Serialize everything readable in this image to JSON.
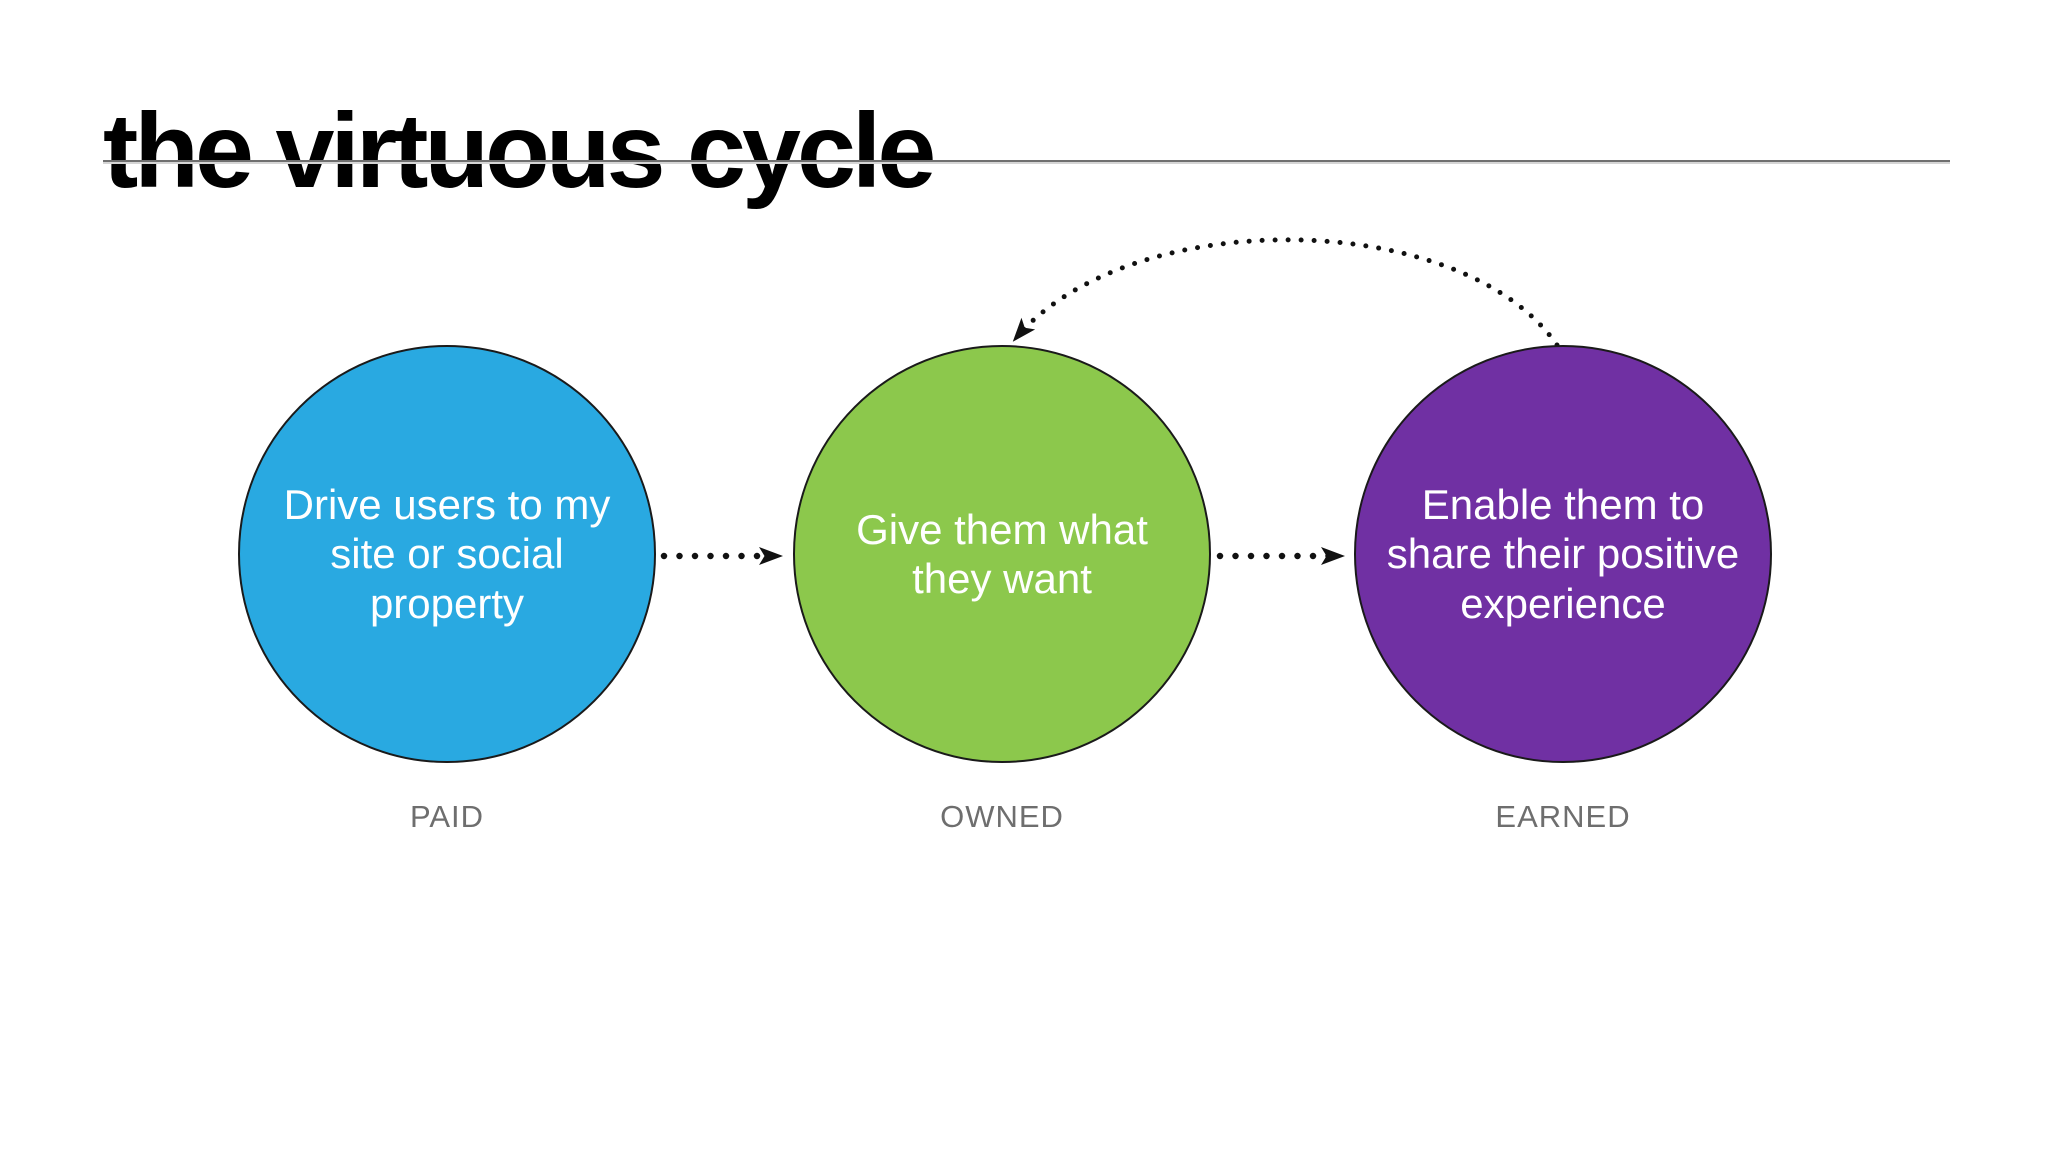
{
  "slide": {
    "title": "the virtuous cycle"
  },
  "colors": {
    "background": "#FFFFFF",
    "title_text": "#000000",
    "divider": "#6F6F6F",
    "circle_outline": "#1A1A1A",
    "circle_text": "#FFFFFF",
    "label_text": "#6E6E6E",
    "connector": "#111111"
  },
  "nodes": [
    {
      "label": "PAID",
      "text": "Drive users to my site or social property",
      "lines": [
        "Drive users to my",
        "site or social",
        "property"
      ],
      "fill": "#29A9E1"
    },
    {
      "label": "OWNED",
      "text": "Give them what they want",
      "lines": [
        "Give them what",
        "they want"
      ],
      "fill": "#8CC84C"
    },
    {
      "label": "EARNED",
      "text": "Enable them to share their positive experience",
      "lines": [
        "Enable them to",
        "share their positive",
        "experience"
      ],
      "fill": "#7030A3"
    }
  ],
  "connections": [
    {
      "from": "PAID",
      "to": "OWNED",
      "type": "dotted-arrow"
    },
    {
      "from": "OWNED",
      "to": "EARNED",
      "type": "dotted-arrow"
    },
    {
      "from": "EARNED",
      "to": "OWNED",
      "type": "dotted-feedback-arc"
    }
  ]
}
